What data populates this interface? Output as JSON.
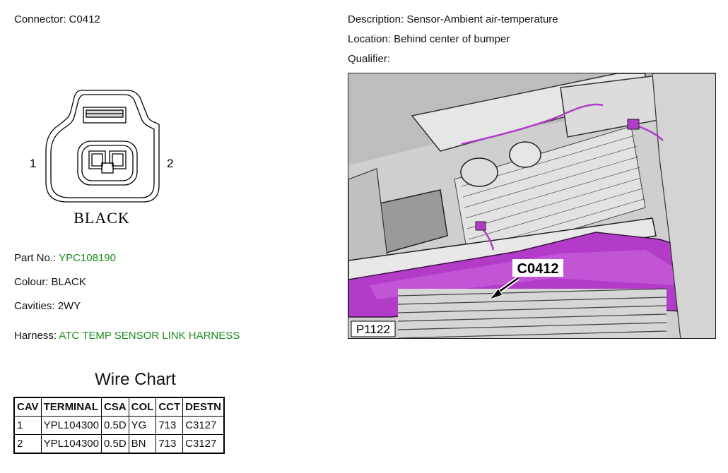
{
  "connector": {
    "label": "Connector:",
    "id": "C0412"
  },
  "description": {
    "label": "Description:",
    "value": "Sensor-Ambient air-temperature"
  },
  "location": {
    "label": "Location:",
    "value": "Behind center of bumper"
  },
  "qualifier": {
    "label": "Qualifier:",
    "value": ""
  },
  "drawing": {
    "pin_left": "1",
    "pin_right": "2",
    "color_text": "BLACK"
  },
  "part_no": {
    "label": "Part No.:",
    "value": "YPC108190"
  },
  "colour": {
    "label": "Colour:",
    "value": "BLACK"
  },
  "cavities": {
    "label": "Cavities:",
    "value": "2WY"
  },
  "harness": {
    "label": "Harness:",
    "value": "ATC TEMP SENSOR LINK HARNESS"
  },
  "photo": {
    "callout": "C0412",
    "ref": "P1122"
  },
  "wire_chart": {
    "title": "Wire Chart",
    "headers": [
      "CAV",
      "TERMINAL",
      "CSA",
      "COL",
      "CCT",
      "DESTN"
    ],
    "rows": [
      [
        "1",
        "YPL104300",
        "0.5D",
        "YG",
        "713",
        "C3127"
      ],
      [
        "2",
        "YPL104300",
        "0.5D",
        "BN",
        "713",
        "C3127"
      ]
    ]
  },
  "colors": {
    "accent_green": "#1e8c1e",
    "harness_magenta": "#b23cc8"
  }
}
